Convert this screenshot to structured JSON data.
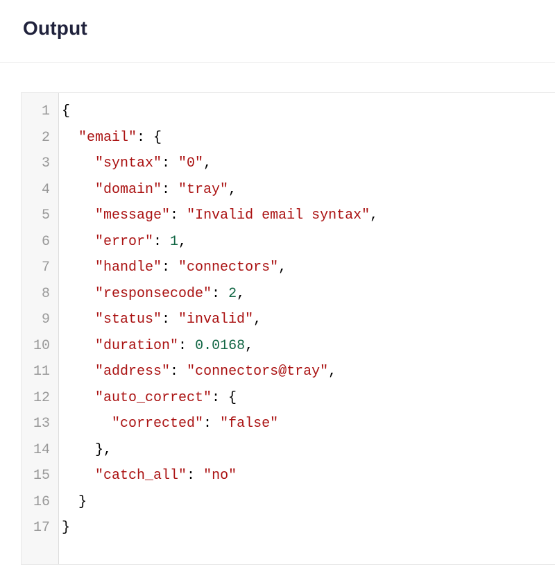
{
  "header": {
    "title": "Output"
  },
  "code_block": {
    "language": "json",
    "colors": {
      "string": "#aa1111",
      "number": "#116644",
      "punc": "#000000",
      "plain": "#000000",
      "line_number": "#999999",
      "gutter_background": "#f7f7f7",
      "gutter_border": "#dddddd",
      "block_border": "#e8e8e8"
    },
    "lines": [
      {
        "number": 1,
        "tokens": [
          {
            "type": "punc",
            "text": "{"
          }
        ]
      },
      {
        "number": 2,
        "tokens": [
          {
            "type": "plain",
            "text": "  "
          },
          {
            "type": "string",
            "text": "\"email\""
          },
          {
            "type": "punc",
            "text": ": {"
          }
        ]
      },
      {
        "number": 3,
        "tokens": [
          {
            "type": "plain",
            "text": "    "
          },
          {
            "type": "string",
            "text": "\"syntax\""
          },
          {
            "type": "punc",
            "text": ": "
          },
          {
            "type": "string",
            "text": "\"0\""
          },
          {
            "type": "punc",
            "text": ","
          }
        ]
      },
      {
        "number": 4,
        "tokens": [
          {
            "type": "plain",
            "text": "    "
          },
          {
            "type": "string",
            "text": "\"domain\""
          },
          {
            "type": "punc",
            "text": ": "
          },
          {
            "type": "string",
            "text": "\"tray\""
          },
          {
            "type": "punc",
            "text": ","
          }
        ]
      },
      {
        "number": 5,
        "tokens": [
          {
            "type": "plain",
            "text": "    "
          },
          {
            "type": "string",
            "text": "\"message\""
          },
          {
            "type": "punc",
            "text": ": "
          },
          {
            "type": "string",
            "text": "\"Invalid email syntax\""
          },
          {
            "type": "punc",
            "text": ","
          }
        ]
      },
      {
        "number": 6,
        "tokens": [
          {
            "type": "plain",
            "text": "    "
          },
          {
            "type": "string",
            "text": "\"error\""
          },
          {
            "type": "punc",
            "text": ": "
          },
          {
            "type": "number",
            "text": "1"
          },
          {
            "type": "punc",
            "text": ","
          }
        ]
      },
      {
        "number": 7,
        "tokens": [
          {
            "type": "plain",
            "text": "    "
          },
          {
            "type": "string",
            "text": "\"handle\""
          },
          {
            "type": "punc",
            "text": ": "
          },
          {
            "type": "string",
            "text": "\"connectors\""
          },
          {
            "type": "punc",
            "text": ","
          }
        ]
      },
      {
        "number": 8,
        "tokens": [
          {
            "type": "plain",
            "text": "    "
          },
          {
            "type": "string",
            "text": "\"responsecode\""
          },
          {
            "type": "punc",
            "text": ": "
          },
          {
            "type": "number",
            "text": "2"
          },
          {
            "type": "punc",
            "text": ","
          }
        ]
      },
      {
        "number": 9,
        "tokens": [
          {
            "type": "plain",
            "text": "    "
          },
          {
            "type": "string",
            "text": "\"status\""
          },
          {
            "type": "punc",
            "text": ": "
          },
          {
            "type": "string",
            "text": "\"invalid\""
          },
          {
            "type": "punc",
            "text": ","
          }
        ]
      },
      {
        "number": 10,
        "tokens": [
          {
            "type": "plain",
            "text": "    "
          },
          {
            "type": "string",
            "text": "\"duration\""
          },
          {
            "type": "punc",
            "text": ": "
          },
          {
            "type": "number",
            "text": "0.0168"
          },
          {
            "type": "punc",
            "text": ","
          }
        ]
      },
      {
        "number": 11,
        "tokens": [
          {
            "type": "plain",
            "text": "    "
          },
          {
            "type": "string",
            "text": "\"address\""
          },
          {
            "type": "punc",
            "text": ": "
          },
          {
            "type": "string",
            "text": "\"connectors@tray\""
          },
          {
            "type": "punc",
            "text": ","
          }
        ]
      },
      {
        "number": 12,
        "tokens": [
          {
            "type": "plain",
            "text": "    "
          },
          {
            "type": "string",
            "text": "\"auto_correct\""
          },
          {
            "type": "punc",
            "text": ": {"
          }
        ]
      },
      {
        "number": 13,
        "tokens": [
          {
            "type": "plain",
            "text": "      "
          },
          {
            "type": "string",
            "text": "\"corrected\""
          },
          {
            "type": "punc",
            "text": ": "
          },
          {
            "type": "string",
            "text": "\"false\""
          }
        ]
      },
      {
        "number": 14,
        "tokens": [
          {
            "type": "plain",
            "text": "    "
          },
          {
            "type": "punc",
            "text": "},"
          }
        ]
      },
      {
        "number": 15,
        "tokens": [
          {
            "type": "plain",
            "text": "    "
          },
          {
            "type": "string",
            "text": "\"catch_all\""
          },
          {
            "type": "punc",
            "text": ": "
          },
          {
            "type": "string",
            "text": "\"no\""
          }
        ]
      },
      {
        "number": 16,
        "tokens": [
          {
            "type": "plain",
            "text": "  "
          },
          {
            "type": "punc",
            "text": "}"
          }
        ]
      },
      {
        "number": 17,
        "tokens": [
          {
            "type": "punc",
            "text": "}"
          }
        ]
      }
    ]
  }
}
